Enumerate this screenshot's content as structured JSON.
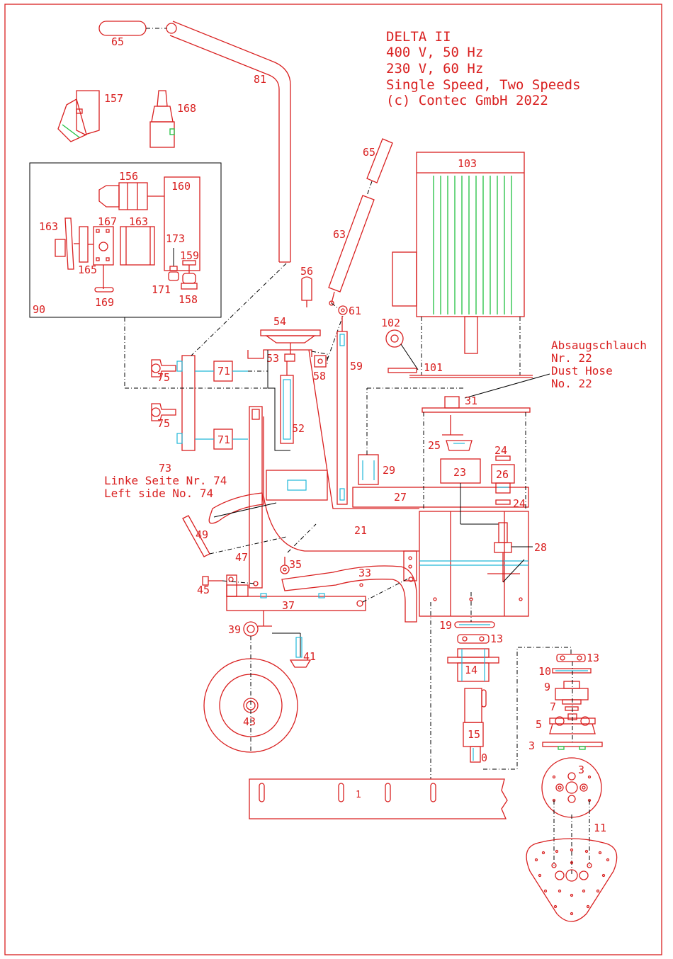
{
  "title_block": {
    "line1": "DELTA II",
    "line2": "400 V, 50 Hz",
    "line3": "230 V, 60 Hz",
    "line4": "Single Speed, Two Speeds",
    "line5": "(c) Contec GmbH 2022"
  },
  "notes": {
    "dust_hose_de_1": "Absaugschlauch",
    "dust_hose_de_2": "Nr. 22",
    "dust_hose_en_1": "Dust Hose",
    "dust_hose_en_2": "No. 22",
    "left_side_de": "Linke Seite Nr. 74",
    "left_side_en": "Left side No. 74"
  },
  "part_labels": {
    "p65a": "65",
    "p81": "81",
    "p157": "157",
    "p168": "168",
    "p156": "156",
    "p160": "160",
    "p163a": "163",
    "p167": "167",
    "p163b": "163",
    "p173": "173",
    "p159": "159",
    "p165": "165",
    "p171": "171",
    "p158": "158",
    "p169": "169",
    "p90": "90",
    "p65b": "65",
    "p63": "63",
    "p103": "103",
    "p56": "56",
    "p61": "61",
    "p54": "54",
    "p53": "53",
    "p58": "58",
    "p59": "59",
    "p102": "102",
    "p101": "101",
    "p75a": "75",
    "p71a": "71",
    "p75b": "75",
    "p71b": "71",
    "p52": "52",
    "p73": "73",
    "p31": "31",
    "p25": "25",
    "p24a": "24",
    "p23": "23",
    "p26": "26",
    "p29": "29",
    "p27": "27",
    "p24b": "24",
    "p49": "49",
    "p21": "21",
    "p28": "28",
    "p47": "47",
    "p35": "35",
    "p33": "33",
    "p45": "45",
    "p37": "37",
    "p19": "19",
    "p13a": "13",
    "p39": "39",
    "p41": "41",
    "p13b": "13",
    "p14": "14",
    "p10": "10",
    "p9": "9",
    "p7": "7",
    "p5": "5",
    "p43": "43",
    "p15": "15",
    "p3a": "3",
    "p0": "0",
    "p1": "1",
    "p3b": "3",
    "p11": "11"
  },
  "colors": {
    "parts": "#d92020",
    "leader_lines": "#000000",
    "cyan_details": "#20b8d8",
    "green_details": "#20c040"
  }
}
